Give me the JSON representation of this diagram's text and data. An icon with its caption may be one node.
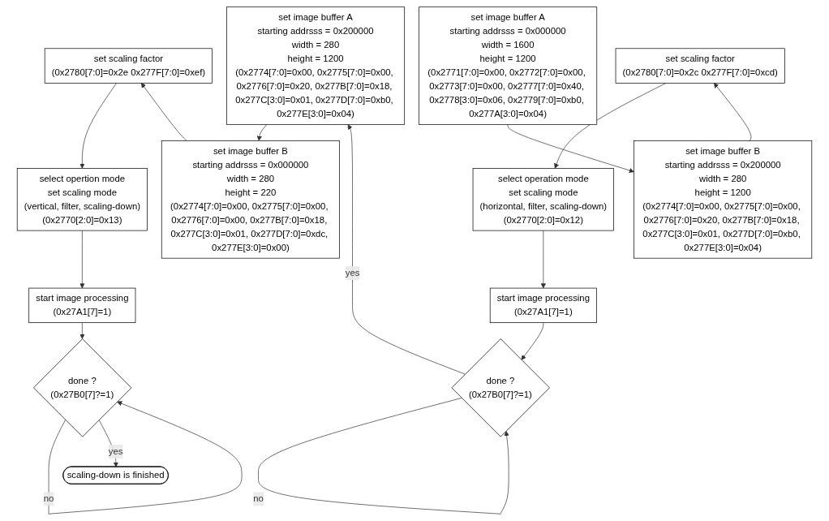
{
  "diagram": {
    "nodes": [
      {
        "text": [
          "set image buffer A",
          "starting addrsss = 0x000000",
          "width = 1600",
          "height = 1200",
          "(0x2771[7:0]=0x00, 0x2772[7:0]=0x00, 0x2773[7:0]=0x00, 0x2777[7:0]=0x40, 0x2778[3:0]=0x06, 0x2779[7:0]=0xb0, 0x277A[3:0]=0x04)"
        ]
      },
      {
        "text": [
          "set image buffer B",
          "starting addrsss = 0x200000",
          "width = 280",
          "height = 1200",
          "(0x2774[7:0]=0x00, 0x2775[7:0]=0x00, 0x2776[7:0]=0x20, 0x277B[7:0]=0x18, 0x277C[3:0]=0x01, 0x277D[7:0]=0xb0, 0x277E[3:0]=0x04)"
        ]
      },
      {
        "text": [
          "set scaling factor",
          "(0x2780[7:0]=0x2c 0x277F[7:0]=0xcd)"
        ]
      },
      {
        "text": [
          "select operation mode",
          "set scaling mode",
          "(horizontal, filter, scaling-down)",
          "(0x2770[2:0]=0x12)"
        ]
      },
      {
        "text": [
          "start image processing",
          "(0x27A1[7]=1)"
        ]
      },
      {
        "text": [
          "done ?",
          "(0x27B0[7]?=1)"
        ]
      },
      {
        "text": [
          "set image buffer A",
          "starting addrsss = 0x200000",
          "width = 280",
          "height = 1200",
          "(0x2774[7:0]=0x00, 0x2775[7:0]=0x00, 0x2776[7:0]=0x20, 0x277B[7:0]=0x18, 0x277C[3:0]=0x01, 0x277D[7:0]=0xb0, 0x277E[3:0]=0x04)"
        ]
      },
      {
        "text": [
          "set image buffer B",
          "starting addrsss = 0x000000",
          "width = 280",
          "height = 220",
          "(0x2774[7:0]=0x00, 0x2775[7:0]=0x00, 0x2776[7:0]=0x00, 0x277B[7:0]=0x18, 0x277C[3:0]=0x01, 0x277D[7:0]=0xdc, 0x277E[3:0]=0x00)"
        ]
      },
      {
        "text": [
          "set scaling factor",
          "(0x2780[7:0]=0x2e 0x277F[7:0]=0xef)"
        ]
      },
      {
        "text": [
          "select opertion mode",
          "set scaling mode",
          "(vertical, filter, scaling-down)",
          "(0x2770[2:0]=0x13)"
        ]
      },
      {
        "text": [
          "start image processing",
          "(0x27A1[7]=1)"
        ]
      },
      {
        "text": [
          "done ?",
          "(0x27B0[7]?=1)"
        ]
      },
      {
        "text": [
          "scaling-down is finished"
        ]
      }
    ],
    "edges": [
      {
        "from": 0,
        "to": 1,
        "arrow": "to"
      },
      {
        "from": 1,
        "to": 2,
        "arrow": "to"
      },
      {
        "from": 2,
        "to": 3,
        "arrow": "to"
      },
      {
        "from": 3,
        "to": 4,
        "arrow": "to"
      },
      {
        "from": 4,
        "to": 5,
        "arrow": "to"
      },
      {
        "from": 5,
        "to": 5,
        "label": "no",
        "arrow": "to"
      },
      {
        "from": 5,
        "to": 6,
        "label": "yes",
        "arrow": "to"
      },
      {
        "from": 6,
        "to": 7,
        "arrow": "to"
      },
      {
        "from": 7,
        "to": 8,
        "arrow": "to"
      },
      {
        "from": 8,
        "to": 9,
        "arrow": "to"
      },
      {
        "from": 9,
        "to": 10,
        "arrow": "to"
      },
      {
        "from": 10,
        "to": 11,
        "arrow": "to"
      },
      {
        "from": 11,
        "to": 11,
        "label": "no",
        "arrow": "to"
      },
      {
        "from": 11,
        "to": 12,
        "label": "yes",
        "arrow": "to"
      }
    ]
  }
}
